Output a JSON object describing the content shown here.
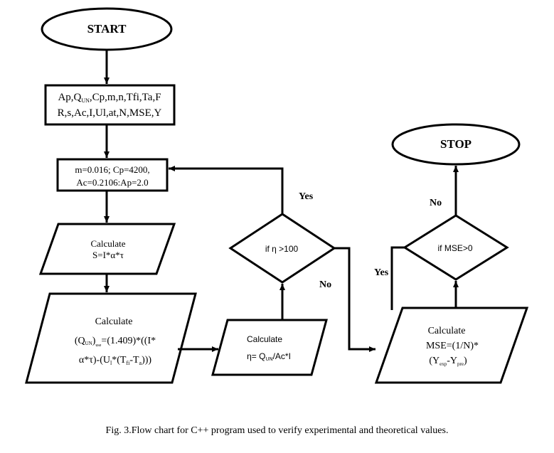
{
  "flowchart": {
    "start": "START",
    "inputs": {
      "line1": [
        "Ap,Q",
        "UN",
        ",Cp,m,n,Tfi,Ta,F"
      ],
      "line2": "R,s,Ac,I,Ul,at,N,MSE,Y"
    },
    "constants": {
      "line1": "m=0.016; Cp=4200,",
      "line2": "Ac=0.2106:Ap=2.0"
    },
    "calc_s": {
      "title": "Calculate",
      "formula": "S=I*α*τ"
    },
    "calc_q": {
      "title": "Calculate",
      "line1": [
        "(Q",
        "UN",
        ")",
        "use",
        "=(1.409)*((I*"
      ],
      "line2": "α*τ)-(U",
      "line2_sub1": "l",
      "line2_mid": "*(T",
      "line2_sub2": "fi",
      "line2_mid2": "-T",
      "line2_sub3": "a",
      "line2_end": ")))"
    },
    "calc_eta": {
      "title": "Calculate",
      "formula": [
        "η= Q",
        "UN",
        "/Ac*I"
      ]
    },
    "decision_eta": {
      "text": "if  η >100",
      "yes": "Yes",
      "no": "No"
    },
    "calc_mse": {
      "title": "Calculate",
      "line1": "MSE=(1/N)*",
      "line2": [
        "(Y",
        "exp",
        "-Y",
        "pre",
        ")"
      ]
    },
    "decision_mse": {
      "text": "if  MSE>0",
      "yes": "Yes",
      "no": "No"
    },
    "stop": "STOP"
  },
  "caption": "Fig. 3.Flow chart for C++ program used to verify experimental and theoretical values."
}
